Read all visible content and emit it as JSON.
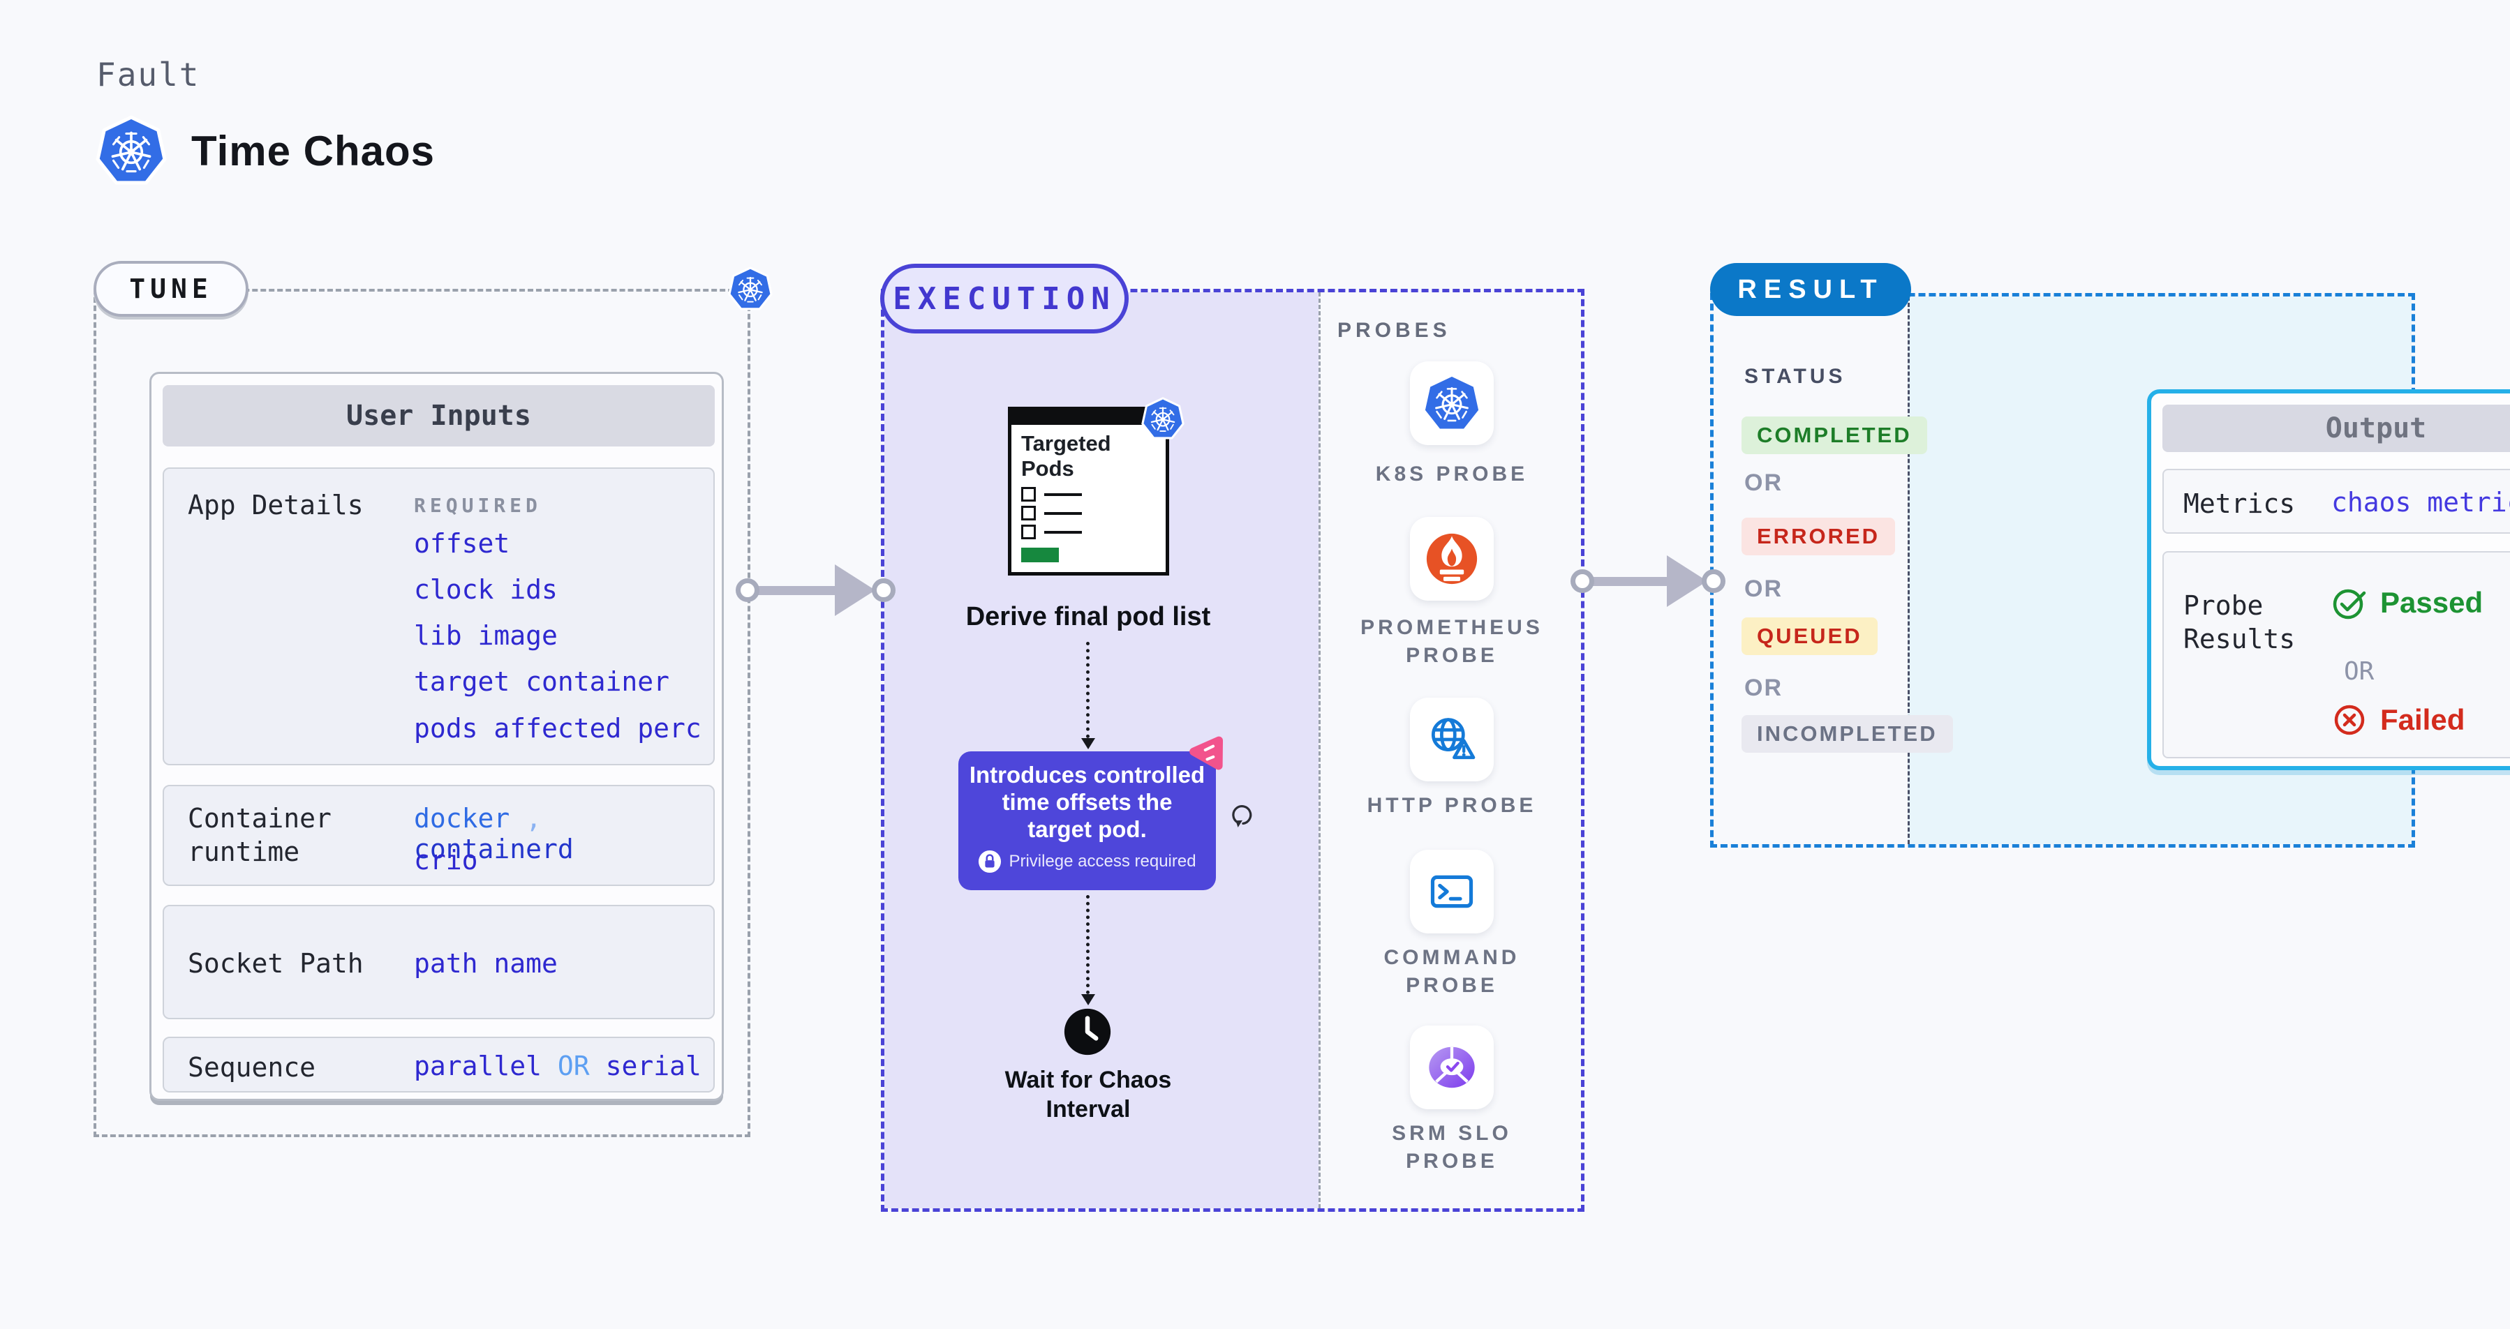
{
  "header": {
    "eyebrow": "Fault",
    "title": "Time Chaos"
  },
  "tune": {
    "pill": "TUNE",
    "card_title": "User Inputs",
    "rows": {
      "app": {
        "label": "App Details",
        "tag": "REQUIRED",
        "links": [
          "offset",
          "clock ids",
          "lib image",
          "target container",
          "pods affected perc"
        ]
      },
      "runtime": {
        "label": "Container runtime",
        "docker": "docker",
        "comma": ",",
        "containerd": "containerd",
        "crio": "crio"
      },
      "socket": {
        "label": "Socket Path",
        "value": "path name"
      },
      "sequence": {
        "label": "Sequence",
        "a": "parallel",
        "or": "OR",
        "b": "serial"
      }
    }
  },
  "execution": {
    "pill": "EXECUTION",
    "window_title": "Targeted Pods",
    "derive_caption": "Derive final pod list",
    "card": {
      "line1": "Introduces controlled",
      "line2": "time offsets the",
      "line3": "target pod.",
      "badge": "Privilege access required"
    },
    "wait_caption": "Wait for Chaos Interval"
  },
  "probes": {
    "label": "PROBES",
    "items": [
      {
        "name": "K8S PROBE",
        "icon": "kubernetes-icon"
      },
      {
        "name": "PROMETHEUS PROBE",
        "icon": "prometheus-icon"
      },
      {
        "name": "HTTP PROBE",
        "icon": "http-globe-warning-icon"
      },
      {
        "name": "COMMAND PROBE",
        "icon": "terminal-icon"
      },
      {
        "name": "SRM SLO PROBE",
        "icon": "srm-slo-gauge-icon"
      }
    ]
  },
  "result": {
    "pill": "RESULT",
    "status_label": "STATUS",
    "or": "OR",
    "statuses": [
      {
        "text": "COMPLETED",
        "type": "green"
      },
      {
        "text": "ERRORED",
        "type": "red"
      },
      {
        "text": "QUEUED",
        "type": "yellow"
      },
      {
        "text": "INCOMPLETED",
        "type": "gray"
      }
    ],
    "output": {
      "title": "Output",
      "metrics_label": "Metrics",
      "metrics_value": "chaos metrics",
      "probe_label": "Probe Results",
      "passed": "Passed",
      "or": "OR",
      "failed": "Failed"
    }
  },
  "colors": {
    "page_bg": "#f8f9fc",
    "indigo_accent": "#4a43d6",
    "lavender_bg": "#e4e2f9",
    "result_blue": "#0b78c8",
    "result_dash": "#1a80d8",
    "output_cyan": "#25b0e8",
    "output_bg": "#e8f5fb",
    "link_indigo": "#2e28d0",
    "docker_azure": "#2f6be4",
    "green_badge": "#1d7d28",
    "red_badge": "#c6261b",
    "purple_card": "#4e46da",
    "prometheus_orange": "#e75225",
    "probe_blue": "#147ad8",
    "passed_green": "#1d9333",
    "failed_red": "#d32b1d",
    "kubernetes_blue": "#326de6",
    "litmus_pink": "#f2538c"
  }
}
